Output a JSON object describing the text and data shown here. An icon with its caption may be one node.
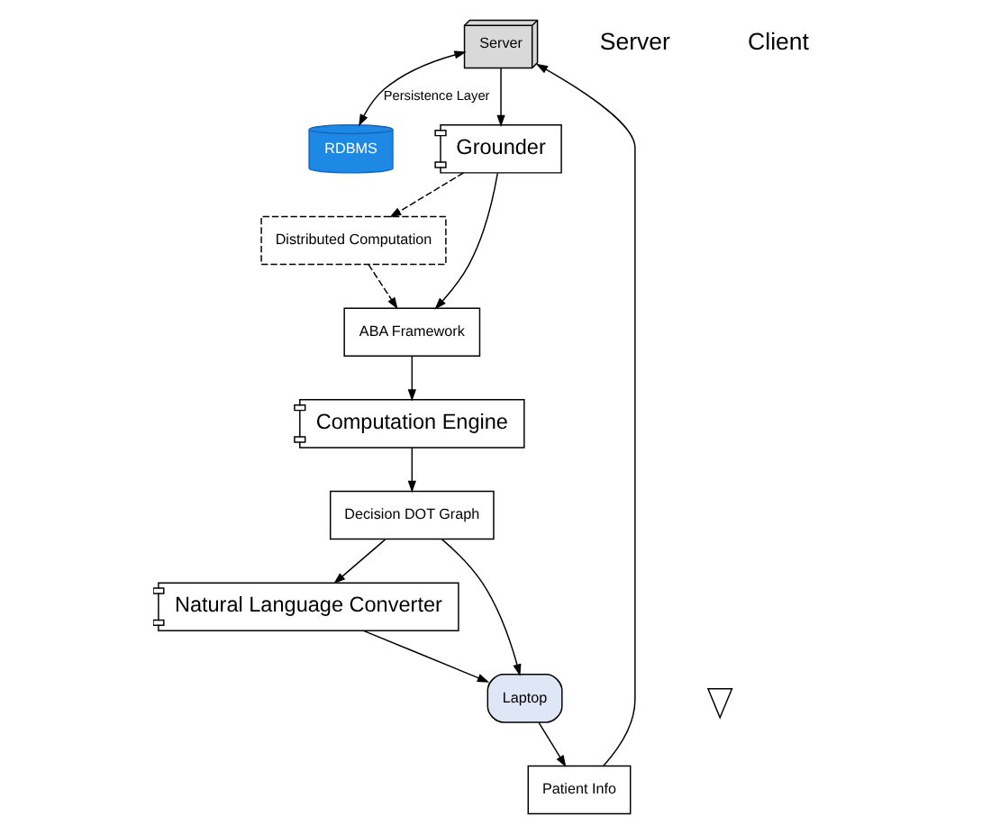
{
  "diagram": {
    "nodes": [
      {
        "text": [
          "Server"
        ]
      },
      {
        "text": [
          "RDBMS"
        ]
      },
      {
        "text": [
          "Grounder"
        ]
      },
      {
        "text": [
          "Distributed Computation"
        ]
      },
      {
        "text": [
          "ABA Framework"
        ]
      },
      {
        "text": [
          "Computation Engine"
        ]
      },
      {
        "text": [
          "Patient Info"
        ]
      },
      {
        "text": [
          "Decision DOT Graph"
        ]
      },
      {
        "text": [
          "Natural Language Converter"
        ]
      },
      {
        "text": [
          "Laptop"
        ]
      },
      {
        "text": [],
        "shape": "person"
      }
    ],
    "edges": [
      {
        "from": 0,
        "to": 1,
        "arrow": "both",
        "label": "Persistence Layer"
      },
      {
        "from": 0,
        "to": 2,
        "arrow": "to"
      },
      {
        "from": 2,
        "to": 3,
        "arrow": "to",
        "style": "dashed"
      },
      {
        "from": 3,
        "to": 4,
        "arrow": "to",
        "style": "dashed"
      },
      {
        "from": 2,
        "to": 4,
        "arrow": "to"
      },
      {
        "from": 4,
        "to": 5,
        "arrow": "to"
      },
      {
        "from": 5,
        "to": 7,
        "arrow": "to"
      },
      {
        "from": 7,
        "to": 9,
        "arrow": "to"
      },
      {
        "from": 7,
        "to": 8,
        "arrow": "to"
      },
      {
        "from": 8,
        "to": 9,
        "arrow": "to"
      },
      {
        "from": 9,
        "to": 6,
        "arrow": "to"
      },
      {
        "from": 6,
        "to": 0,
        "arrow": "to"
      }
    ],
    "labels": [
      "Server",
      "Client"
    ]
  }
}
